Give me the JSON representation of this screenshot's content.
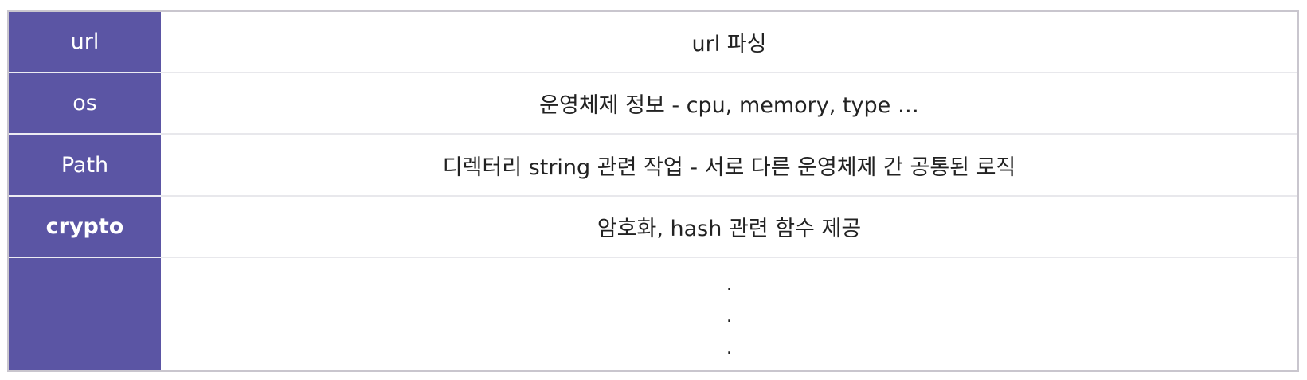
{
  "table": {
    "rows": [
      {
        "key": "url",
        "value": "url 파싱"
      },
      {
        "key": "os",
        "value": "운영체제 정보 - cpu, memory, type …"
      },
      {
        "key": "Path",
        "value": "디렉터리 string 관련 작업 - 서로 다른 운영체제 간 공통된 로직"
      },
      {
        "key": "crypto",
        "value": "암호화, hash 관련 함수 제공"
      },
      {
        "key": "",
        "value": ""
      }
    ],
    "continuation_dots": [
      ".",
      ".",
      "."
    ]
  },
  "colors": {
    "key_background": "#5b55a4",
    "key_text": "#ffffff",
    "value_text": "#222222",
    "frame_border": "#c9c6ce"
  }
}
